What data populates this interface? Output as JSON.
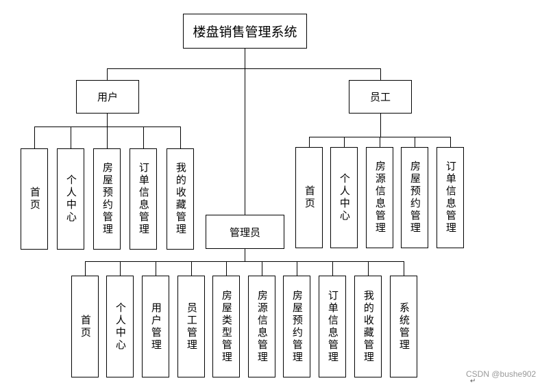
{
  "title": "楼盘销售管理系统",
  "roles": {
    "user": {
      "label": "用户",
      "modules": [
        "首页",
        "个人中心",
        "房屋预约管理",
        "订单信息管理",
        "我的收藏管理"
      ]
    },
    "staff": {
      "label": "员工",
      "modules": [
        "首页",
        "个人中心",
        "房源信息管理",
        "房屋预约管理",
        "订单信息管理"
      ]
    },
    "admin": {
      "label": "管理员",
      "modules": [
        "首页",
        "个人中心",
        "用户管理",
        "员工管理",
        "房屋类型管理",
        "房源信息管理",
        "房屋预约管理",
        "订单信息管理",
        "我的收藏管理",
        "系统管理"
      ]
    }
  },
  "watermark": "CSDN @bushe902",
  "return_mark": "↵"
}
